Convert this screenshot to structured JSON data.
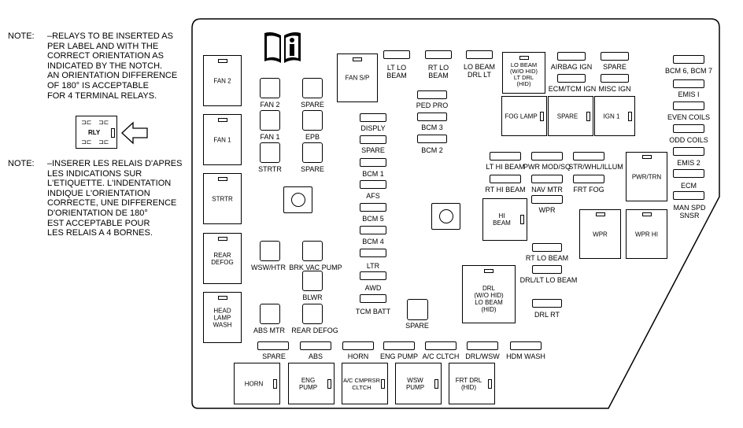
{
  "notes": {
    "en": {
      "label": "NOTE:",
      "text": "–RELAYS TO BE INSERTED AS\nPER LABEL AND WITH THE\nCORRECT ORIENTATION AS\nINDICATED BY THE NOTCH.\nAN ORIENTATION DIFFERENCE\nOF 180° IS ACCEPTABLE\nFOR 4 TERMINAL RELAYS."
    },
    "fr": {
      "label": "NOTE:",
      "text": "–INSERER LES RELAIS D'APRES\nLES INDICATIONS SUR\nL'ETIQUETTE. L'INDENTATION\nINDIQUE L'ORIENTATION\nCORRECTE, UNE DIFFERENCE\nD'ORIENTATION DE 180°\nEST ACCEPTABLE POUR\nLES RELAIS A 4 BORNES."
    },
    "relay_example_label": "RLY",
    "relay_pin_marks": [
      "⊐⊏",
      "⊐⊏",
      "⊐⊏",
      "⊐⊏"
    ]
  },
  "relays": [
    {
      "id": "fan2",
      "label": "FAN 2"
    },
    {
      "id": "fan1",
      "label": "FAN 1"
    },
    {
      "id": "strtr",
      "label": "STRTR"
    },
    {
      "id": "rear-defog",
      "label": "REAR\nDEFOG"
    },
    {
      "id": "head-lamp-wash",
      "label": "HEAD\nLAMP\nWASH"
    },
    {
      "id": "fan-sp",
      "label": "FAN S/P"
    },
    {
      "id": "lo-beam-hid",
      "label": "LO BEAM\n(W/O HID)\nLT DRL\n(HID)"
    },
    {
      "id": "fog-lamp",
      "label": "FOG LAMP"
    },
    {
      "id": "spare-relay",
      "label": "SPARE"
    },
    {
      "id": "ign1",
      "label": "IGN 1"
    },
    {
      "id": "pwr-trn",
      "label": "PWR/TRN"
    },
    {
      "id": "hi-beam",
      "label": "HI\nBEAM"
    },
    {
      "id": "wpr",
      "label": "WPR"
    },
    {
      "id": "wpr-hi",
      "label": "WPR HI"
    },
    {
      "id": "drl",
      "label": "DRL\n(W/O HID)\nLO BEAM\n(HID)"
    },
    {
      "id": "horn-relay",
      "label": "HORN"
    },
    {
      "id": "eng-pump-relay",
      "label": "ENG\nPUMP"
    },
    {
      "id": "ac-cmprsr",
      "label": "A/C CMPRSR\nCLTCH"
    },
    {
      "id": "wsw-pump",
      "label": "WSW\nPUMP"
    },
    {
      "id": "frt-drl-hid",
      "label": "FRT DRL\n(HID)"
    }
  ],
  "fuse_labels": {
    "fan2": "FAN 2",
    "spare1": "SPARE",
    "fan1": "FAN 1",
    "epb": "EPB",
    "strtr": "STRTR",
    "spare2": "SPARE",
    "wsw-htr": "WSW/HTR",
    "brk-vac-pump": "BRK VAC PUMP",
    "blwr": "BLWR",
    "abs-mtr": "ABS MTR",
    "rear-defog": "REAR DEFOG",
    "lt-lo-beam": "LT LO\nBEAM",
    "rt-lo-beam": "RT LO\nBEAM",
    "lo-beam-drl-lt": "LO BEAM\nDRL LT",
    "ped-pro": "PED PRO",
    "bcm3": "BCM 3",
    "bcm2": "BCM 2",
    "disply": "DISPLY",
    "spare3": "SPARE",
    "bcm1": "BCM 1",
    "afs": "AFS",
    "bcm5": "BCM 5",
    "bcm4": "BCM 4",
    "ltr": "LTR",
    "awd": "AWD",
    "tcm-batt": "TCM BATT",
    "spare4": "SPARE",
    "airbag-ign": "AIRBAG IGN",
    "ecm-tcm-ign": "ECM/TCM IGN",
    "spare5": "SPARE",
    "misc-ign": "MISC IGN",
    "bcm6-bcm7": "BCM 6, BCM 7",
    "emis1": "EMIS I",
    "even-coils": "EVEN COILS",
    "odd-coils": "ODD COILS",
    "emis2": "EMIS 2",
    "ecm": "ECM",
    "man-spd-snsr": "MAN SPD\nSNSR",
    "lt-hi-beam": "LT HI BEAM",
    "rt-hi-beam": "RT HI BEAM",
    "pwr-mod": "PWR MOD/SQ",
    "nav-mtr": "NAV MTR",
    "wpr-fuse": "WPR",
    "str-whl-illum": "STR/WHL/ILLUM",
    "frt-fog": "FRT FOG",
    "rt-lo-beam2": "RT LO BEAM",
    "drl-lt-lo-beam": "DRL/LT LO BEAM",
    "drl-rt": "DRL RT",
    "spare6": "SPARE",
    "abs": "ABS",
    "horn": "HORN",
    "eng-pump": "ENG PUMP",
    "ac-cltch": "A/C CLTCH",
    "drl-wsw": "DRL/WSW",
    "hdm-wash": "HDM WASH"
  }
}
